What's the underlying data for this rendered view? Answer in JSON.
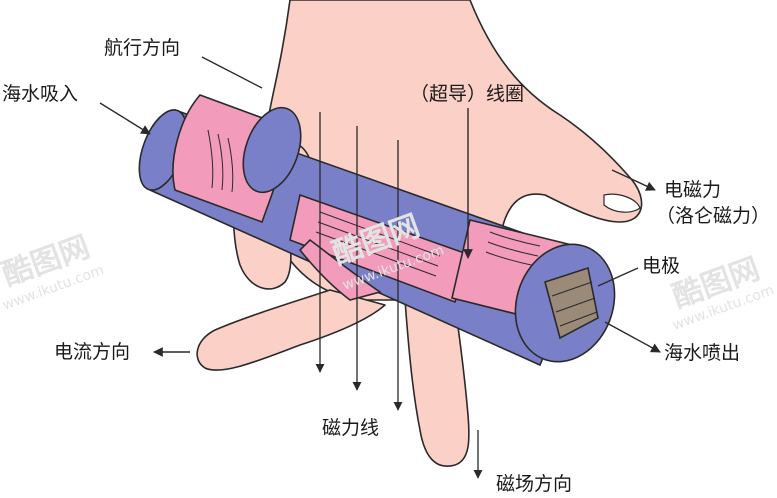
{
  "labels": {
    "sailing_direction": "航行方向",
    "seawater_in": "海水吸入",
    "coil": "（超导）线圈",
    "em_force_line1": "电磁力",
    "em_force_line2": "（洛仑磁力）",
    "electrode": "电极",
    "seawater_out": "海水喷出",
    "current_direction": "电流方向",
    "field_lines": "磁力线",
    "field_direction": "磁场方向"
  },
  "watermark": {
    "brand": "酷图网",
    "url": "www.ikutu.com"
  },
  "colors": {
    "skin": "#fbd0c6",
    "coil_pink": "#f29bbb",
    "tube_blue": "#7a80c8",
    "electrode_brown": "#9c8a78",
    "outline": "#2a2a2a"
  }
}
